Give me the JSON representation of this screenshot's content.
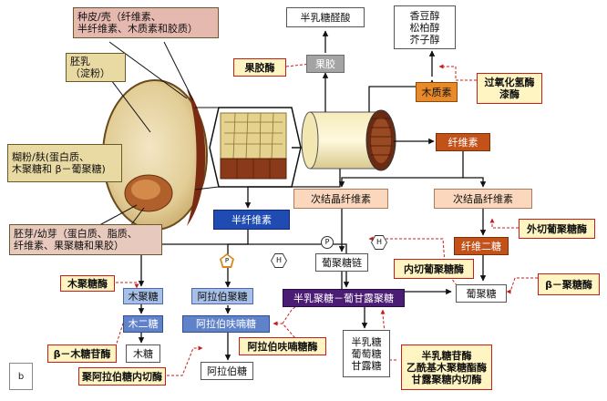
{
  "seed_labels": {
    "seed_coat": "种皮/壳（纤维素、\n半纤维素、木质素和胶质）",
    "endosperm": "胚乳\n（淀粉）",
    "bran": "糊粉/麸(蛋白质、\n木聚糖和 β－葡聚糖)",
    "germ": "胚芽/幼芽（蛋白质、脂质、\n纤维素、果聚糖和果胶）"
  },
  "top": {
    "galacturonic_acid": "半乳糖醛酸",
    "pectinase": "果胶酶",
    "pectin": "果胶",
    "alcohols": "香豆醇\n松柏醇\n芥子醇",
    "lignin": "木质素",
    "peroxidase": "过氧化氢酶\n漆酶"
  },
  "cellulose_branch": {
    "cellulose": "纤维素",
    "secondary_cellulose_left": "次结晶纤维素",
    "secondary_cellulose_right": "次结晶纤维素",
    "exo_glucanase": "外切葡聚糖酶",
    "cellobiose": "纤维二糖",
    "glucan_chain": "葡聚糖链",
    "endo_glucanase": "内切葡聚糖酶",
    "glucose": "葡聚糖",
    "beta_glucosidase": "β－聚糖酶"
  },
  "hemicellulose_branch": {
    "hemicellulose": "半纤维素",
    "xylanase": "木聚糖酶",
    "xylan": "木聚糖",
    "arabinan": "阿拉伯聚糖",
    "galactomannan": "半乳聚糖－葡甘露聚糖",
    "xylobiose": "木二糖",
    "arabinofuranose": "阿拉伯呋喃糖",
    "beta_xylosidase": "β－木糖苷酶",
    "xylose": "木糖",
    "arabinofuranosidase": "阿拉伯呋喃糖酶",
    "arabinose": "阿拉伯糖",
    "arabinan_endo": "聚阿拉伯糖内切酶",
    "monosaccharides": "半乳糖\n葡萄糖\n甘露糖",
    "mannan_enzymes": "半乳糖苷酶\n乙酰基木聚糖酯酶\n甘露聚糖内切酶"
  },
  "markers": {
    "p": "P",
    "h": "H"
  },
  "panel_label": "b",
  "colors": {
    "enzyme_border": "#c81d1d",
    "arrow": "#111111",
    "dashed": "#c81d1d"
  }
}
